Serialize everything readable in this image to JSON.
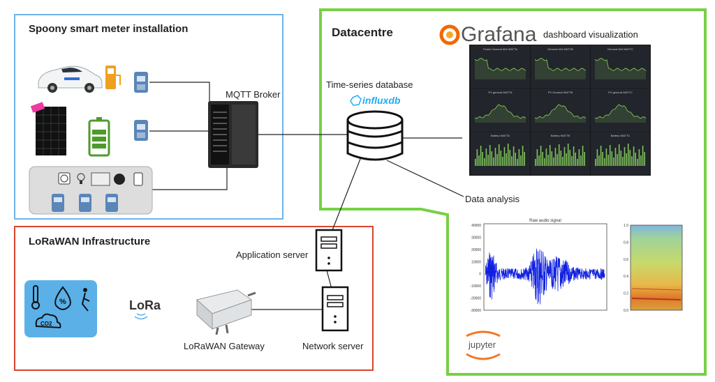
{
  "sections": {
    "spoony": {
      "title": "Spoony smart meter installation"
    },
    "datacentre": {
      "title": "Datacentre"
    },
    "lorawan": {
      "title": "LoRaWAN Infrastructure"
    }
  },
  "labels": {
    "mqtt": "MQTT Broker",
    "tsdb": "Time-series database",
    "influx": "influxdb",
    "grafana": "Grafana",
    "dashboard": "dashboard visualization",
    "analysis": "Data analysis",
    "app_server": "Application server",
    "net_server": "Network server",
    "gateway": "LoRaWAN Gateway",
    "lora": "LoRa",
    "jupyter": "jupyter",
    "co2": "CO2",
    "percent": "%",
    "audio_title": "Raw audio signal"
  },
  "grafana_panels": [
    {
      "title": "Power General 604 WATTA"
    },
    {
      "title": "General 604 WATTB"
    },
    {
      "title": "General 604 WATTC"
    },
    {
      "title": "PV general WATTA"
    },
    {
      "title": "PV General WATTB"
    },
    {
      "title": "PV general WATTC"
    },
    {
      "title": "Battery WATTA"
    },
    {
      "title": "Battery WATTB"
    },
    {
      "title": "Battery WATTC"
    }
  ],
  "audio_chart": {
    "yticks": [
      "40000",
      "30000",
      "20000",
      "10000",
      "0",
      "-10000",
      "-20000",
      "-30000"
    ]
  },
  "spectrogram": {
    "yticks": [
      "1.0",
      "0.8",
      "0.6",
      "0.4",
      "0.2",
      "0.0"
    ]
  },
  "colors": {
    "blue": "#6fb3e8",
    "green": "#77d044",
    "red": "#d9442e",
    "grafana_orange": "#f46800",
    "influx_blue": "#22adf6",
    "signal_blue": "#1020e0"
  }
}
